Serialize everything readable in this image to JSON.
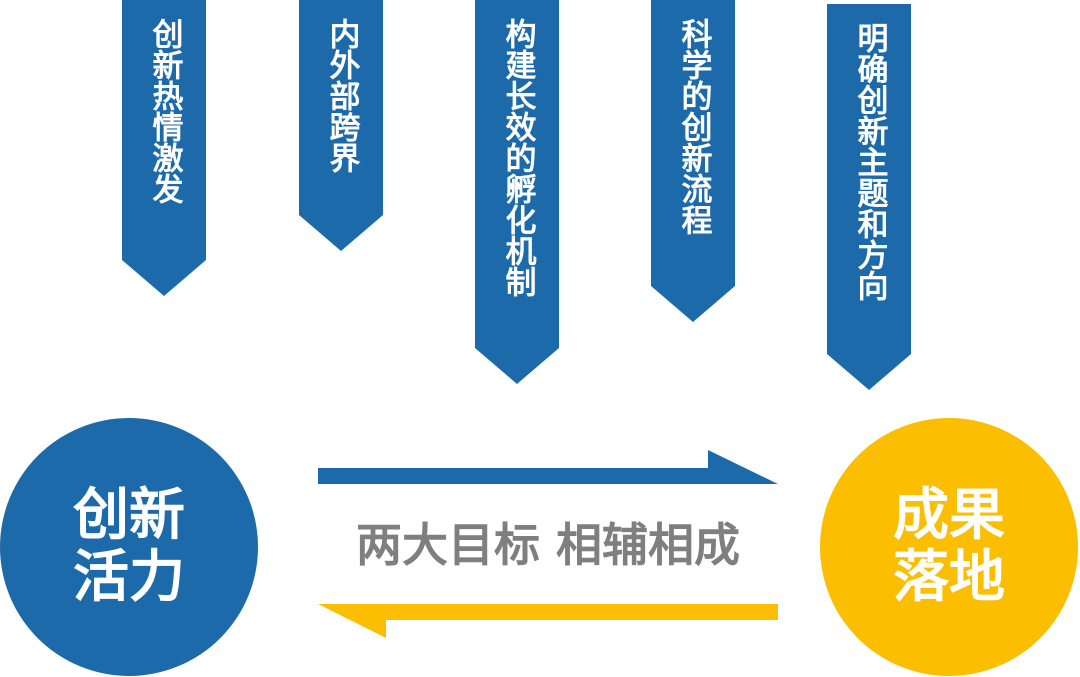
{
  "banners": [
    {
      "text": "创新热情激发"
    },
    {
      "text": "内外部跨界"
    },
    {
      "text": "构建长效的孵化机制"
    },
    {
      "text": "科学的创新流程"
    },
    {
      "text": "明确创新主题和方向"
    }
  ],
  "left_circle": {
    "label": "创新活力"
  },
  "right_circle": {
    "label": "成果落地"
  },
  "center_text": "两大目标 相辅相成",
  "colors": {
    "blue": "#1d6aab",
    "yellow": "#fbbe00",
    "gray_text": "#7f7f7f"
  }
}
